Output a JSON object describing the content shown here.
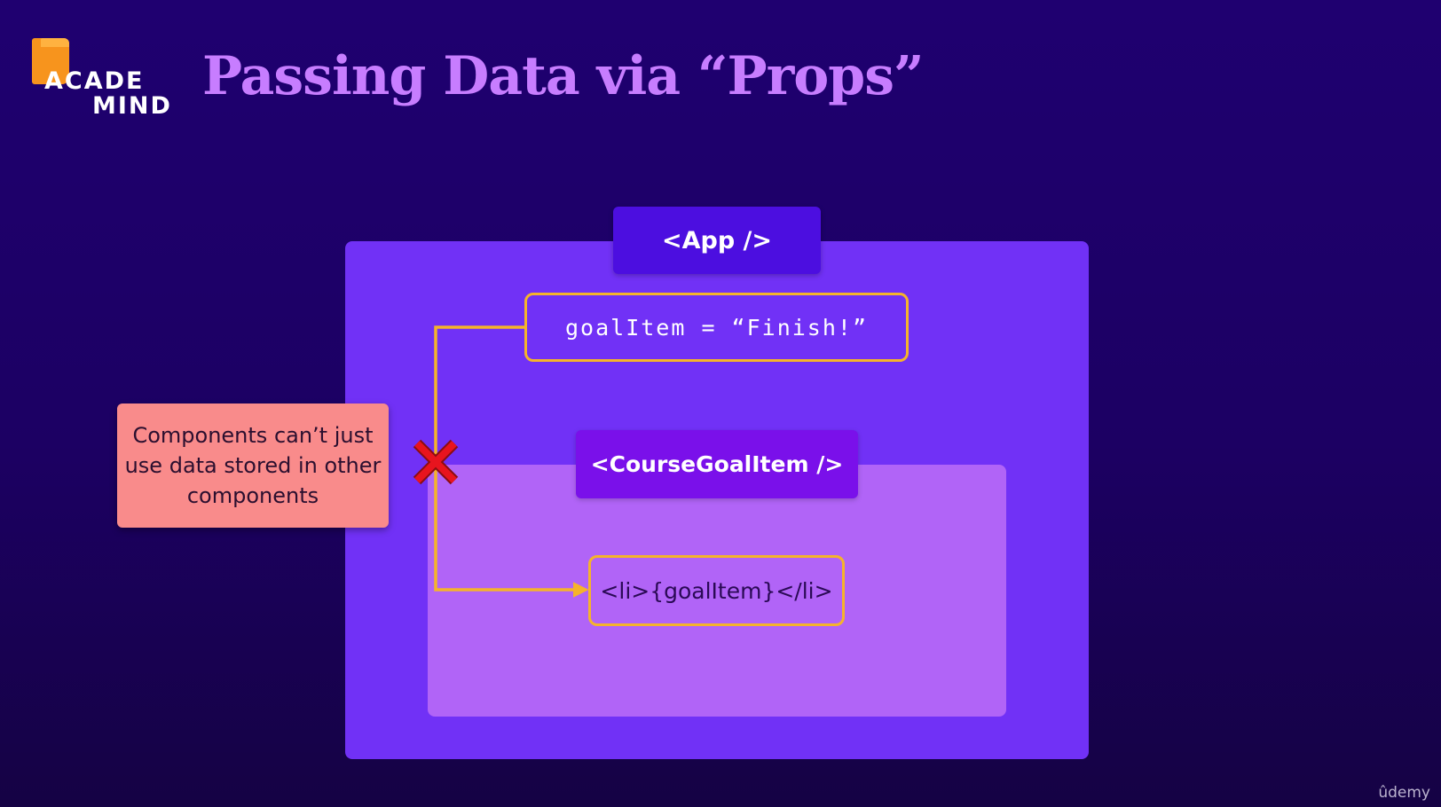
{
  "logo": {
    "word1": "ACADE",
    "word2": "MIND"
  },
  "title": "Passing Data via “Props”",
  "diagram": {
    "app_label": "<App />",
    "state_text": "goalItem = “Finish!”",
    "child_label": "<CourseGoalItem />",
    "child_content": "<li>{goalItem}</li>",
    "note_text": "Components can’t just use data stored in other components",
    "blocked_icon": "cross-icon"
  },
  "watermark": "ûdemy",
  "colors": {
    "background": "#1f0070",
    "title": "#c77dff",
    "app_panel": "#7131f6",
    "app_label": "#4c0ee0",
    "child_panel": "#b164f7",
    "child_label": "#7a10ea",
    "connector": "#f5b32b",
    "note": "#f98b8b",
    "cross": "#e8141e",
    "logo_mark": "#f7941d"
  }
}
